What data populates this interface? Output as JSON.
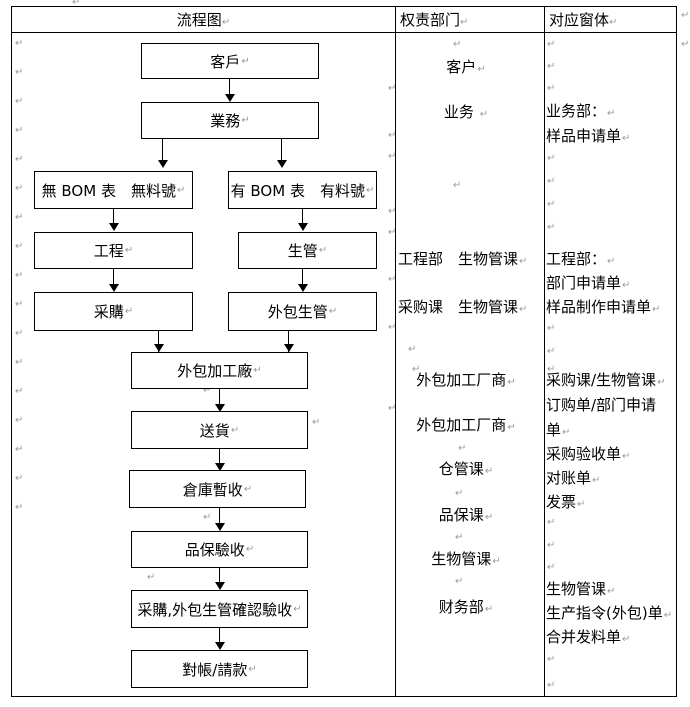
{
  "document": {
    "type": "word-flowchart-table",
    "top_paragraph_mark": "↵",
    "colors": {
      "text": "#000000",
      "border": "#000000",
      "mark": "#9a9a9a",
      "background": "#ffffff"
    }
  },
  "table": {
    "headers": [
      {
        "label": "流程图",
        "mark": "↵"
      },
      {
        "label": "权责部门",
        "mark": "↵"
      },
      {
        "label": "对应窗体",
        "mark": "↵"
      }
    ]
  },
  "flowchart": {
    "nodes": [
      {
        "id": "customer",
        "label": "客戶",
        "mark": "↵"
      },
      {
        "id": "sales",
        "label": "業務 ",
        "mark": "↵"
      },
      {
        "id": "no-bom",
        "label": "無 BOM 表　無料號",
        "mark": "↵"
      },
      {
        "id": "has-bom",
        "label": "有 BOM 表　有料號",
        "mark": "↵"
      },
      {
        "id": "engineering",
        "label": "工程",
        "mark": "↵"
      },
      {
        "id": "production",
        "label": "生管",
        "mark": "↵"
      },
      {
        "id": "purchasing",
        "label": "采購",
        "mark": "↵"
      },
      {
        "id": "outsourcing-pc",
        "label": "外包生管",
        "mark": "↵"
      },
      {
        "id": "outsource-factory",
        "label": "外包加工廠",
        "mark": "↵"
      },
      {
        "id": "delivery",
        "label": "送貨",
        "mark": "↵"
      },
      {
        "id": "warehouse",
        "label": "倉庫暫收",
        "mark": "↵"
      },
      {
        "id": "qc",
        "label": "品保驗收",
        "mark": "↵"
      },
      {
        "id": "confirm",
        "label": "采購,外包生管確認驗收",
        "mark": "↵"
      },
      {
        "id": "settlement",
        "label": "對帳/請款",
        "mark": "↵"
      }
    ]
  },
  "departments": [
    {
      "label": "客户",
      "mark": "↵"
    },
    {
      "label": "业务 ",
      "mark": "↵"
    },
    {
      "label": "工程部　生物管课",
      "mark": "↵"
    },
    {
      "label": "采购课　生物管课",
      "mark": "↵"
    },
    {
      "label": "外包加工厂商",
      "mark": "↵"
    },
    {
      "label": "外包加工厂商",
      "mark": "↵"
    },
    {
      "label": "仓管课",
      "mark": "↵"
    },
    {
      "label": "品保课",
      "mark": "↵"
    },
    {
      "label": "生物管课",
      "mark": "↵"
    },
    {
      "label": "财务部",
      "mark": "↵"
    }
  ],
  "forms": [
    {
      "label": "业务部：",
      "mark": "↵"
    },
    {
      "label": "样品申请单",
      "mark": "↵"
    },
    {
      "label": "工程部：",
      "mark": "↵"
    },
    {
      "label": "部门申请单",
      "mark": "↵"
    },
    {
      "label": "样品制作申请单",
      "mark": "↵"
    },
    {
      "label": "采购课/生物管课",
      "mark": "↵"
    },
    {
      "label": "订购单/部门申请",
      "mark": ""
    },
    {
      "label": "单",
      "mark": "↵"
    },
    {
      "label": "采购验收单",
      "mark": "↵"
    },
    {
      "label": "对账单",
      "mark": "↵"
    },
    {
      "label": "发票",
      "mark": "↵"
    },
    {
      "label": "生物管课",
      "mark": "↵"
    },
    {
      "label": "生产指令(外包)单",
      "mark": "↵"
    },
    {
      "label": "合并发料单",
      "mark": "↵"
    }
  ],
  "empty_marks": {
    "glyph": "↵"
  }
}
